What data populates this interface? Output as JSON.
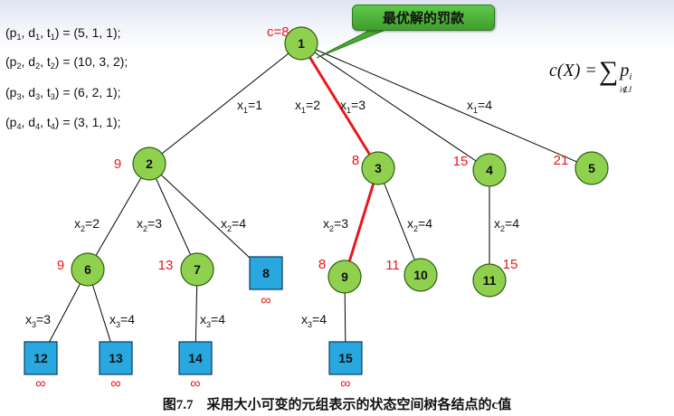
{
  "header": {
    "tuples": [
      {
        "p": "p",
        "d": "d",
        "t": "t",
        "i": "1",
        "values": "(5, 1, 1);"
      },
      {
        "p": "p",
        "d": "d",
        "t": "t",
        "i": "2",
        "values": "(10, 3, 2);"
      },
      {
        "p": "p",
        "d": "d",
        "t": "t",
        "i": "3",
        "values": "(6, 2, 1);"
      },
      {
        "p": "p",
        "d": "d",
        "t": "t",
        "i": "4",
        "values": "(3, 1, 1);"
      }
    ],
    "callout": "最优解的罚款",
    "formula": {
      "lhs": "c(X) =",
      "sigma": "∑",
      "sum_sub": "i∉J",
      "term": "p",
      "term_sub": "i"
    }
  },
  "colors": {
    "circle_fill": "#8fd14f",
    "square_fill": "#29a8e0",
    "optimal_path": "#e8191e",
    "cost_label": "#e8191e",
    "edge": "#000000"
  },
  "tree": {
    "nodes": [
      {
        "id": "1",
        "shape": "circle",
        "cost": "c=8"
      },
      {
        "id": "2",
        "shape": "circle",
        "cost": "9"
      },
      {
        "id": "3",
        "shape": "circle",
        "cost": "8"
      },
      {
        "id": "4",
        "shape": "circle",
        "cost": "15"
      },
      {
        "id": "5",
        "shape": "circle",
        "cost": "21"
      },
      {
        "id": "6",
        "shape": "circle",
        "cost": "9"
      },
      {
        "id": "7",
        "shape": "circle",
        "cost": "13"
      },
      {
        "id": "8",
        "shape": "square",
        "cost": "∞"
      },
      {
        "id": "9",
        "shape": "circle",
        "cost": "8"
      },
      {
        "id": "10",
        "shape": "circle",
        "cost": "11"
      },
      {
        "id": "11",
        "shape": "circle",
        "cost": "15"
      },
      {
        "id": "12",
        "shape": "square",
        "cost": "∞"
      },
      {
        "id": "13",
        "shape": "square",
        "cost": "∞"
      },
      {
        "id": "14",
        "shape": "square",
        "cost": "∞"
      },
      {
        "id": "15",
        "shape": "square",
        "cost": "∞"
      }
    ],
    "edges": [
      {
        "from": "1",
        "to": "2",
        "var": "x",
        "sub": "1",
        "val": "1",
        "optimal": false
      },
      {
        "from": "1",
        "to": "3",
        "var": "x",
        "sub": "1",
        "val": "2",
        "optimal": true
      },
      {
        "from": "1",
        "to": "4",
        "var": "x",
        "sub": "1",
        "val": "3",
        "optimal": false
      },
      {
        "from": "1",
        "to": "5",
        "var": "x",
        "sub": "1",
        "val": "4",
        "optimal": false
      },
      {
        "from": "2",
        "to": "6",
        "var": "x",
        "sub": "2",
        "val": "2",
        "optimal": false
      },
      {
        "from": "2",
        "to": "7",
        "var": "x",
        "sub": "2",
        "val": "3",
        "optimal": false
      },
      {
        "from": "2",
        "to": "8",
        "var": "x",
        "sub": "2",
        "val": "4",
        "optimal": false
      },
      {
        "from": "3",
        "to": "9",
        "var": "x",
        "sub": "2",
        "val": "3",
        "optimal": true
      },
      {
        "from": "3",
        "to": "10",
        "var": "x",
        "sub": "2",
        "val": "4",
        "optimal": false
      },
      {
        "from": "4",
        "to": "11",
        "var": "x",
        "sub": "2",
        "val": "4",
        "optimal": false
      },
      {
        "from": "6",
        "to": "12",
        "var": "x",
        "sub": "3",
        "val": "3",
        "optimal": false
      },
      {
        "from": "6",
        "to": "13",
        "var": "x",
        "sub": "3",
        "val": "4",
        "optimal": false
      },
      {
        "from": "7",
        "to": "14",
        "var": "x",
        "sub": "3",
        "val": "4",
        "optimal": false
      },
      {
        "from": "9",
        "to": "15",
        "var": "x",
        "sub": "3",
        "val": "4",
        "optimal": false
      }
    ]
  },
  "caption": "图7.7　采用大小可变的元组表示的状态空间树各结点的c值"
}
